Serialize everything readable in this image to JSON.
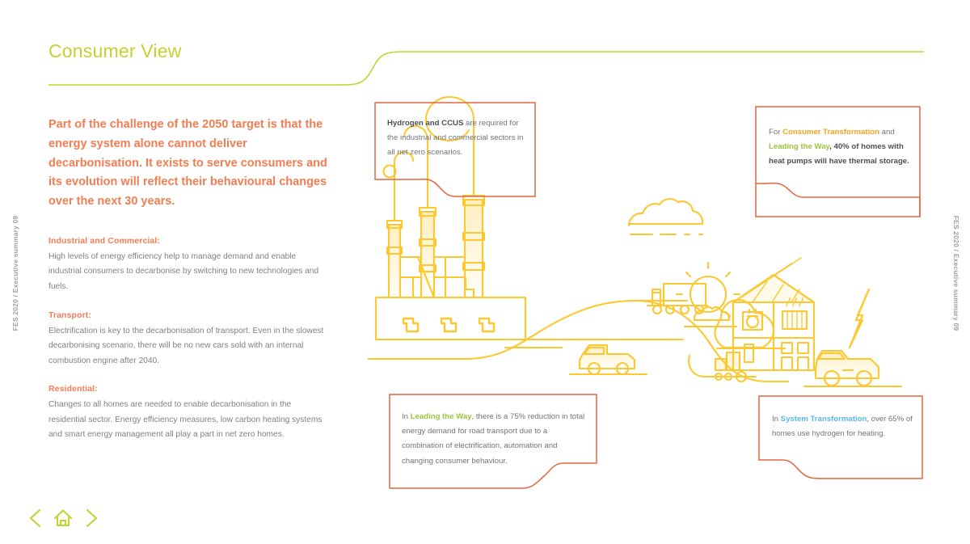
{
  "meta": {
    "side_caption_left": "FES 2020 / Executive summary  09",
    "side_caption_right": "FES 2020 / Executive summary  09"
  },
  "header": {
    "title": "Consumer View"
  },
  "left_column": {
    "intro": "Part of the challenge of the 2050 target is that the energy system alone cannot deliver decarbonisation. It exists to serve consumers and its evolution will reflect their behavioural changes over the next 30 years.",
    "sections": [
      {
        "heading": "Industrial and Commercial:",
        "body": "High levels of energy efficiency help to manage demand and enable industrial consumers to decarbonise by switching to new technologies and fuels."
      },
      {
        "heading": "Transport:",
        "body": "Electrification is key to the decarbonisation of transport. Even in the slowest decarbonising scenario, there will be no new cars sold with an internal combustion engine after 2040."
      },
      {
        "heading": "Residential:",
        "body": "Changes to all homes are needed to enable decarbonisation in the residential sector. Energy efficiency measures, low carbon heating systems and smart energy management all play a part in net zero homes."
      }
    ]
  },
  "callouts": [
    {
      "id": "hydrogen-ccus",
      "lead": "Hydrogen and CCUS",
      "rest": " are required for the industrial and commercial sectors in all net zero scenarios."
    },
    {
      "id": "heat-pumps",
      "pre": "For ",
      "scenario_a": "Consumer Transformation",
      "mid": " and ",
      "scenario_b": "Leading the Way",
      "post": ", 40% of homes with heat pumps will have thermal storage."
    },
    {
      "id": "road-transport",
      "pre": "In ",
      "scenario_a": "Leading the Way",
      "post": ", there is a 75% reduction in total energy demand for road transport due to a combination of electrification, automation and changing consumer behaviour."
    },
    {
      "id": "hydrogen-heating",
      "pre": "In ",
      "scenario_a": "System Transformation",
      "post": ", over 65% of homes use hydrogen for heating."
    }
  ],
  "footer_nav": {
    "back_label": "Previous page",
    "home_label": "Home",
    "forward_label": "Next page"
  },
  "colors": {
    "title_green": "#c4d22f",
    "heading_orange": "#f37d52",
    "body_grey": "#7d8287",
    "callout_border": "#e4663b",
    "illustration_yellow": "#fdc82f",
    "scenario_amber": "#f6a21d",
    "scenario_green": "#9fc23c",
    "scenario_blue": "#56b9e4"
  },
  "illustration": {
    "name": "energy-system-illustration",
    "elements": [
      "industrial-chimneys",
      "factory",
      "cloud",
      "sun",
      "truck",
      "pickup-car",
      "house-with-solar-panels",
      "radiator",
      "heat-pump",
      "electric-vehicle",
      "lightning-bolt",
      "road"
    ]
  }
}
